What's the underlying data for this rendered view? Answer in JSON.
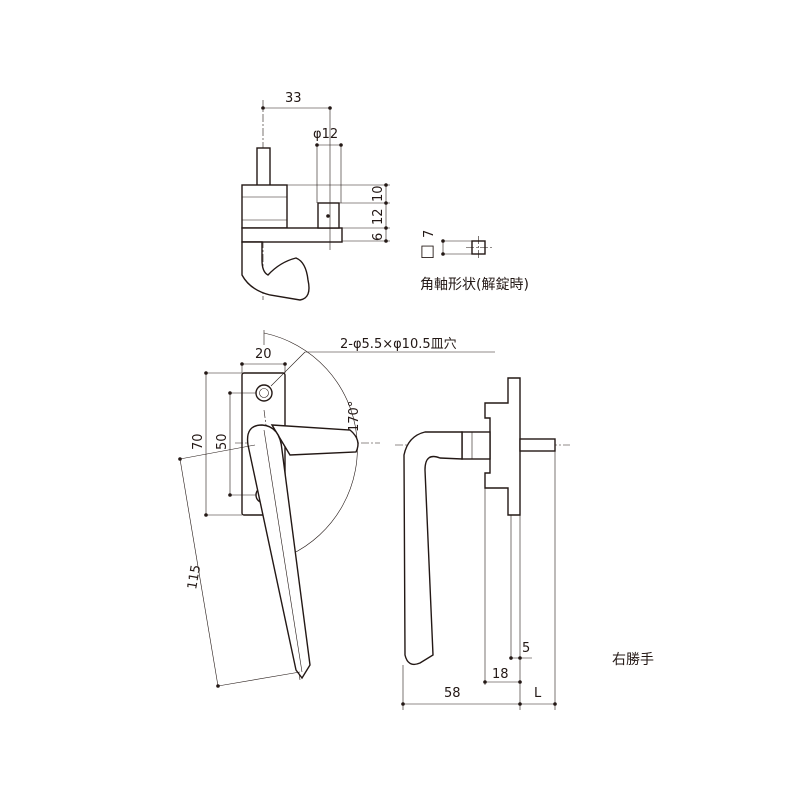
{
  "colors": {
    "line": "#231815",
    "background": "#ffffff"
  },
  "top_view": {
    "dim_width": "33",
    "dim_shaft_diameter": "φ12",
    "dim_v1": "10",
    "dim_v2": "12",
    "dim_v3": "6"
  },
  "shaft_shape": {
    "square_symbol": "□",
    "square_size": "7",
    "caption": "角軸形状(解錠時)"
  },
  "front_view": {
    "hole_note": "2-φ5.5×φ10.5皿穴",
    "dim_plate_width": "20",
    "dim_rotation": "170°",
    "dim_plate_height": "70",
    "dim_hole_pitch": "50",
    "dim_handle_length": "115"
  },
  "side_view": {
    "dim_5": "5",
    "dim_18": "18",
    "dim_58": "58",
    "dim_L": "L"
  },
  "hand_label": "右勝手"
}
